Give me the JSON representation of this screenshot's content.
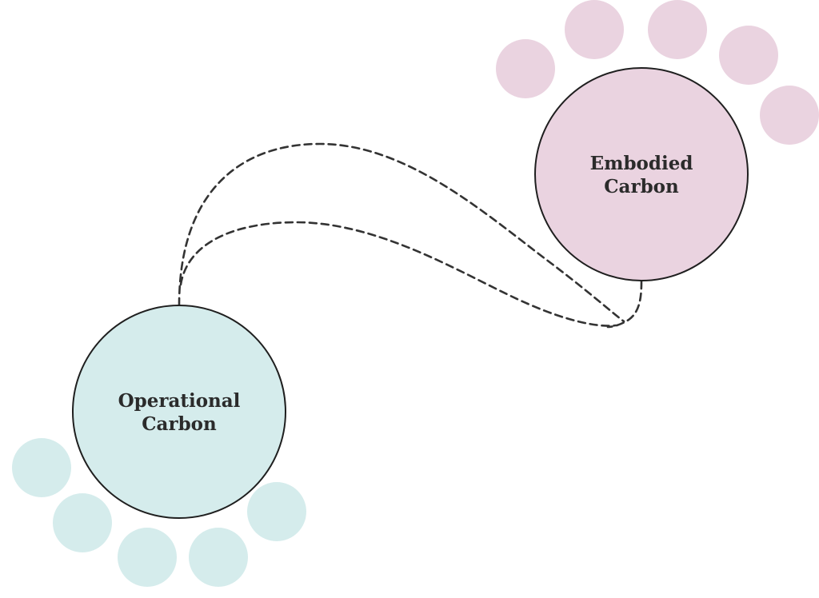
{
  "nodes": {
    "operational": {
      "label_line1": "Operational",
      "label_line2": "Carbon",
      "color": "#d5ecec"
    },
    "embodied": {
      "label_line1": "Embodied",
      "label_line2": "Carbon",
      "color": "#ead3e0"
    }
  },
  "colors": {
    "connector": "#333333",
    "outline": "#1f1f1f",
    "text": "#2b2b2b",
    "background": "#ffffff"
  }
}
